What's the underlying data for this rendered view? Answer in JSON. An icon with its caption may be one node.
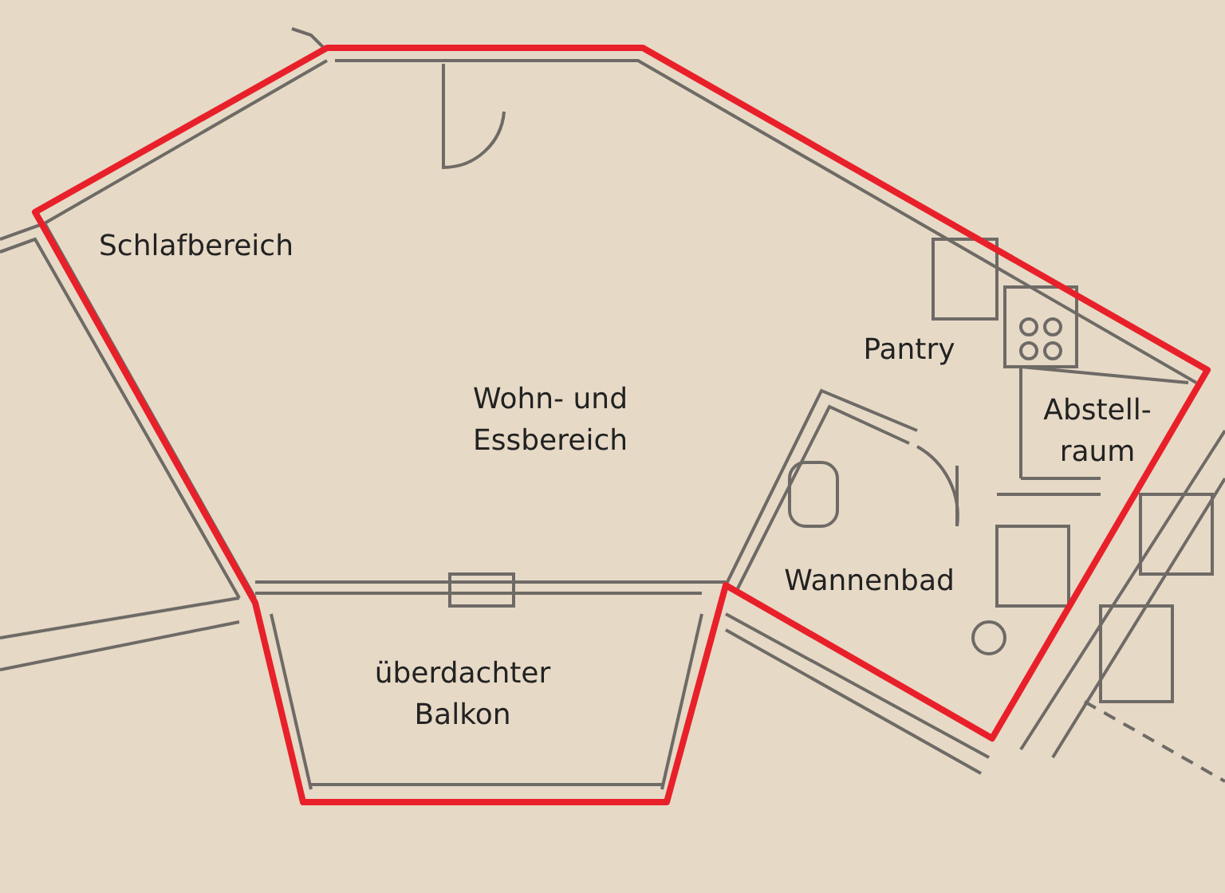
{
  "diagram": {
    "labels": [
      "Schlafbereich",
      "Wohn- und Essbereich",
      "Pantry",
      "Abstell- raum",
      "Wannenbad",
      "überdachter Balkon"
    ]
  }
}
